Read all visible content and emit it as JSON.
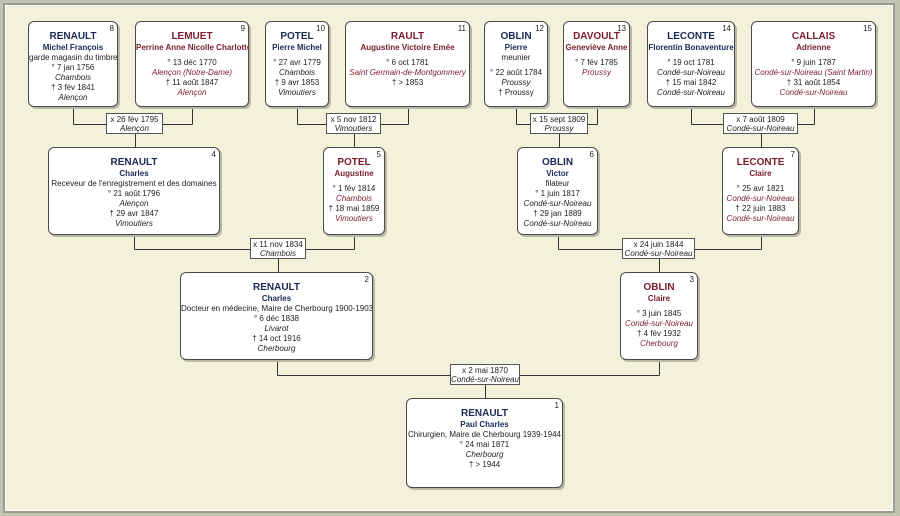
{
  "persons": [
    {
      "num": "8",
      "sex": "male",
      "surname": "RENAULT",
      "given": "Michel François",
      "occupation": "garde magasin du timbre",
      "birth_date": "° 7 jan 1756",
      "birth_place": "Chambois",
      "death_date": "† 3 fév 1841",
      "death_place": "Alençon",
      "gap": false
    },
    {
      "num": "9",
      "sex": "female",
      "surname": "LEMUET",
      "given": "Perrine Anne Nicolle Charlotte",
      "occupation": "",
      "birth_date": "° 13 déc 1770",
      "birth_place": "Alençon (Notre-Dame)",
      "death_date": "† 11 août 1847",
      "death_place": "Alençon",
      "gap": true
    },
    {
      "num": "10",
      "sex": "male",
      "surname": "POTEL",
      "given": "Pierre Michel",
      "occupation": "",
      "birth_date": "° 27 avr 1779",
      "birth_place": "Chambois",
      "death_date": "† 9 avr 1853",
      "death_place": "Vimoutiers",
      "gap": true
    },
    {
      "num": "11",
      "sex": "female",
      "surname": "RAULT",
      "given": "Augustine Victoire Emée",
      "occupation": "",
      "birth_date": "° 6 oct 1781",
      "birth_place": "Saint Germain-de-Montgommery",
      "death_date": "† > 1853",
      "death_place": "",
      "gap": true
    },
    {
      "num": "12",
      "sex": "male",
      "surname": "OBLIN",
      "given": "Pierre",
      "occupation": "meunier",
      "birth_date": "° 22 août 1784",
      "birth_place": "Proussy",
      "death_date": "† Proussy",
      "death_place": "",
      "gap": true
    },
    {
      "num": "13",
      "sex": "female",
      "surname": "DAVOULT",
      "given": "Geneviève Anne",
      "occupation": "",
      "birth_date": "° 7 fév 1785",
      "birth_place": "Proussy",
      "death_date": "",
      "death_place": "",
      "gap": true
    },
    {
      "num": "14",
      "sex": "male",
      "surname": "LECONTE",
      "given": "Florentin Bonaventure",
      "occupation": "",
      "birth_date": "° 19 oct 1781",
      "birth_place": "Condé-sur-Noireau",
      "death_date": "† 15 mai 1842",
      "death_place": "Condé-sur-Noireau",
      "gap": true
    },
    {
      "num": "15",
      "sex": "female",
      "surname": "CALLAIS",
      "given": "Adrienne",
      "occupation": "",
      "birth_date": "° 9 juin 1787",
      "birth_place": "Condé-sur-Noireau (Saint Martin)",
      "death_date": "† 31 août 1854",
      "death_place": "Condé-sur-Noireau",
      "gap": true
    },
    {
      "num": "4",
      "sex": "male",
      "surname": "RENAULT",
      "given": "Charles",
      "occupation": "Receveur de l'enregistrement et des domaines",
      "birth_date": "° 21 août 1796",
      "birth_place": "Alençon",
      "death_date": "† 29 avr 1847",
      "death_place": "Vimoutiers",
      "gap": false
    },
    {
      "num": "5",
      "sex": "female",
      "surname": "POTEL",
      "given": "Augustine",
      "occupation": "",
      "birth_date": "° 1 fév 1814",
      "birth_place": "Chambois",
      "death_date": "† 18 mai 1859",
      "death_place": "Vimoutiers",
      "gap": true
    },
    {
      "num": "6",
      "sex": "male",
      "surname": "OBLIN",
      "given": "Victor",
      "occupation": "filateur",
      "birth_date": "° 1 juin 1817",
      "birth_place": "Condé-sur-Noireau",
      "death_date": "† 29 jan 1889",
      "death_place": "Condé-sur-Noireau",
      "gap": false
    },
    {
      "num": "7",
      "sex": "female",
      "surname": "LECONTE",
      "given": "Claire",
      "occupation": "",
      "birth_date": "° 25 avr 1821",
      "birth_place": "Condé-sur-Noireau",
      "death_date": "† 22 juin 1883",
      "death_place": "Condé-sur-Noireau",
      "gap": true
    },
    {
      "num": "2",
      "sex": "male",
      "surname": "RENAULT",
      "given": "Charles",
      "occupation": "Docteur en médecine, Maire de Cherbourg 1900-1903",
      "birth_date": "° 6 déc 1838",
      "birth_place": "Livarot",
      "death_date": "† 14 oct 1916",
      "death_place": "Cherbourg",
      "gap": false
    },
    {
      "num": "3",
      "sex": "female",
      "surname": "OBLIN",
      "given": "Claire",
      "occupation": "",
      "birth_date": "° 3 juin 1845",
      "birth_place": "Condé-sur-Noireau",
      "death_date": "† 4 fév 1932",
      "death_place": "Cherbourg",
      "gap": true
    },
    {
      "num": "1",
      "sex": "male",
      "surname": "RENAULT",
      "given": "Paul Charles",
      "occupation": "Chirurgien, Maire de Cherbourg 1939-1944",
      "birth_date": "° 24 mai 1871",
      "birth_place": "Cherbourg",
      "death_date": "† > 1944",
      "death_place": "",
      "gap": false
    }
  ],
  "marriages": [
    {
      "date": "x 26 fév 1795",
      "place": "Alençon"
    },
    {
      "date": "x 5 nov 1812",
      "place": "Vimoutiers"
    },
    {
      "date": "x 15 sept 1809",
      "place": "Proussy"
    },
    {
      "date": "x 7 août 1809",
      "place": "Condé-sur-Noireau"
    },
    {
      "date": "x 11 nov 1834",
      "place": "Chambois"
    },
    {
      "date": "x 24 juin 1844",
      "place": "Condé-sur-Noireau"
    },
    {
      "date": "x 2 mai 1870",
      "place": "Condé-sur-Noireau"
    }
  ],
  "colors": {
    "background": "#f2f2da",
    "male_name": "#1a2a55",
    "female_name": "#7a1c2c",
    "line": "#333333"
  }
}
